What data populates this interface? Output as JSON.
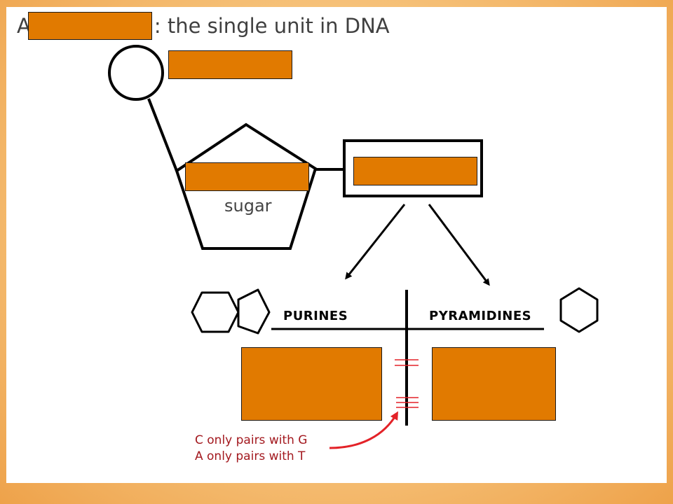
{
  "title": {
    "prefix": "A",
    "suffix": ": the single unit in DNA"
  },
  "diagram": {
    "sugar_label": "sugar",
    "purines_label": "PURINES",
    "pyrimidines_label": "PYRAMIDINES",
    "pairing_note": [
      "C only pairs with G",
      "A only pairs with T"
    ]
  },
  "colors": {
    "mask_fill": "#e17a00",
    "note_red": "#a3191f",
    "background_orange": "#f6c27a"
  }
}
